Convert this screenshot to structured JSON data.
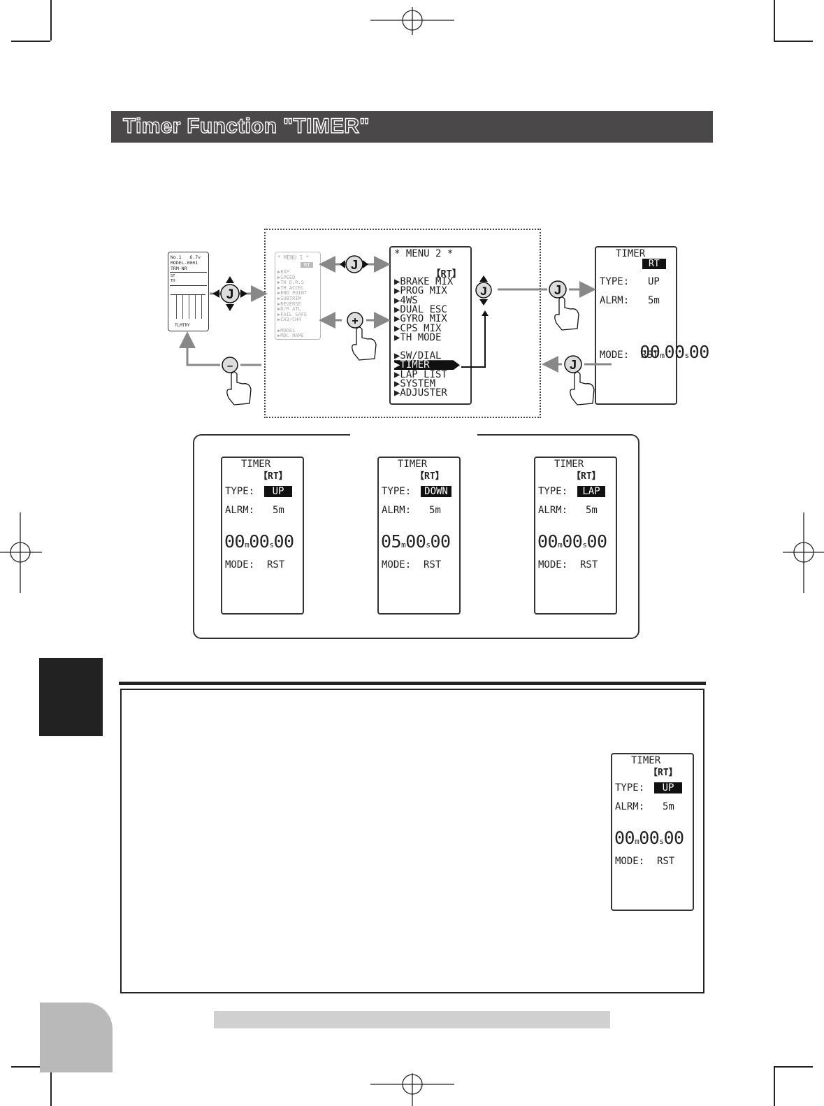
{
  "title": "Timer Function  \"TIMER\"",
  "home_screen": {
    "lines": [
      "No.1   6.7v",
      "MODEL-0001",
      "TRM-NR",
      "ST",
      "TH",
      "TLMTRY"
    ]
  },
  "menu1": {
    "header": "* MENU 1 *",
    "badge": "RT",
    "items": [
      "EXP",
      "SPEED",
      "TH D.R.S",
      "TH ACCEL",
      "END POINT",
      "SUBTRIM",
      "REVERSE",
      "D/R ATL",
      "FAIL SAFE",
      "CH3/CH4",
      "",
      "MODEL",
      "MDL NAME"
    ]
  },
  "menu2": {
    "header": "* MENU 2 *",
    "badge": "【RT】",
    "items": [
      "BRAKE MIX",
      "PROG MIX",
      "4WS",
      "DUAL ESC",
      "GYRO MIX",
      "CPS MIX",
      "TH MODE"
    ],
    "items2": [
      "SW/DIAL",
      "TIMER",
      "LAP LIST",
      "SYSTEM",
      "ADJUSTER"
    ]
  },
  "timer_main": {
    "title": "TIMER",
    "badge": "RT",
    "type_label": "TYPE:",
    "type_value": "UP",
    "alrm_label": "ALRM:",
    "alrm_value": "5m",
    "time_m": "00",
    "time_s": "00",
    "time_cs": "00",
    "mode_label": "MODE:",
    "mode_value": "RST"
  },
  "timer_variants": [
    {
      "title": "TIMER",
      "badge": "【RT】",
      "type_label": "TYPE:",
      "type_value": "UP",
      "alrm_label": "ALRM:",
      "alrm_value": "5m",
      "time_m": "00",
      "time_s": "00",
      "time_cs": "00",
      "mode_label": "MODE:",
      "mode_value": "RST"
    },
    {
      "title": "TIMER",
      "badge": "【RT】",
      "type_label": "TYPE:",
      "type_value": "DOWN",
      "alrm_label": "ALRM:",
      "alrm_value": "5m",
      "time_m": "05",
      "time_s": "00",
      "time_cs": "00",
      "mode_label": "MODE:",
      "mode_value": "RST"
    },
    {
      "title": "TIMER",
      "badge": "【RT】",
      "type_label": "TYPE:",
      "type_value": "LAP",
      "alrm_label": "ALRM:",
      "alrm_value": "5m",
      "time_m": "00",
      "time_s": "00",
      "time_cs": "00",
      "mode_label": "MODE:",
      "mode_value": "RST"
    }
  ],
  "timer_box": {
    "title": "TIMER",
    "badge": "【RT】",
    "type_label": "TYPE:",
    "type_value": "UP",
    "alrm_label": "ALRM:",
    "alrm_value": "5m",
    "time_m": "00",
    "time_s": "00",
    "time_cs": "00",
    "mode_label": "MODE:",
    "mode_value": "RST"
  },
  "units": {
    "m": "m",
    "s": "s"
  },
  "buttons": {
    "j": "J",
    "plus": "+",
    "minus": "–"
  },
  "icons": [
    "joystick-4way-icon",
    "joystick-lr-icon",
    "joystick-ud-icon",
    "plus-button-icon",
    "minus-button-icon",
    "finger-press-icon",
    "arrow-icon"
  ]
}
